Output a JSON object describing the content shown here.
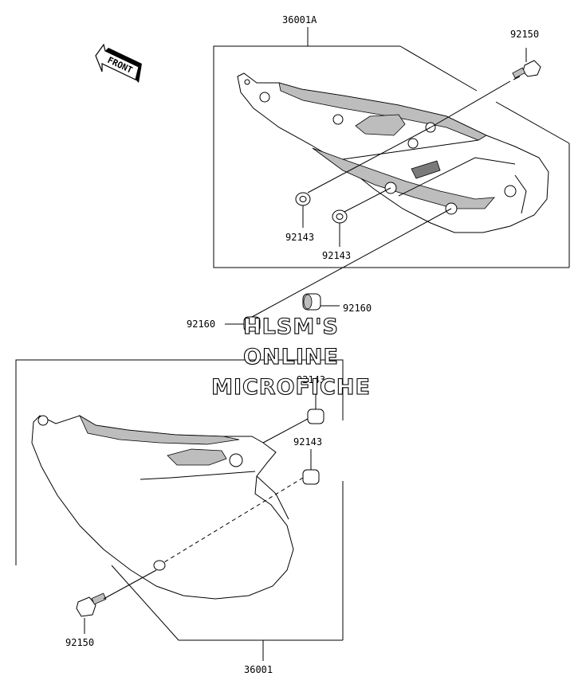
{
  "front_arrow": {
    "text": "FRONT"
  },
  "callouts": {
    "upper_assembly": "36001A",
    "upper_bolt": "92150",
    "upper_collar_left": "92143",
    "upper_collar_right": "92143",
    "grommet_right": "92160",
    "grommet_left": "92160",
    "lower_collar_top": "92143",
    "lower_collar_mid": "92143",
    "lower_bolt": "92150",
    "lower_assembly": "36001"
  },
  "watermark": {
    "line1": "HLSM'S",
    "line2": "ONLINE",
    "line3": "MICROFICHE"
  }
}
